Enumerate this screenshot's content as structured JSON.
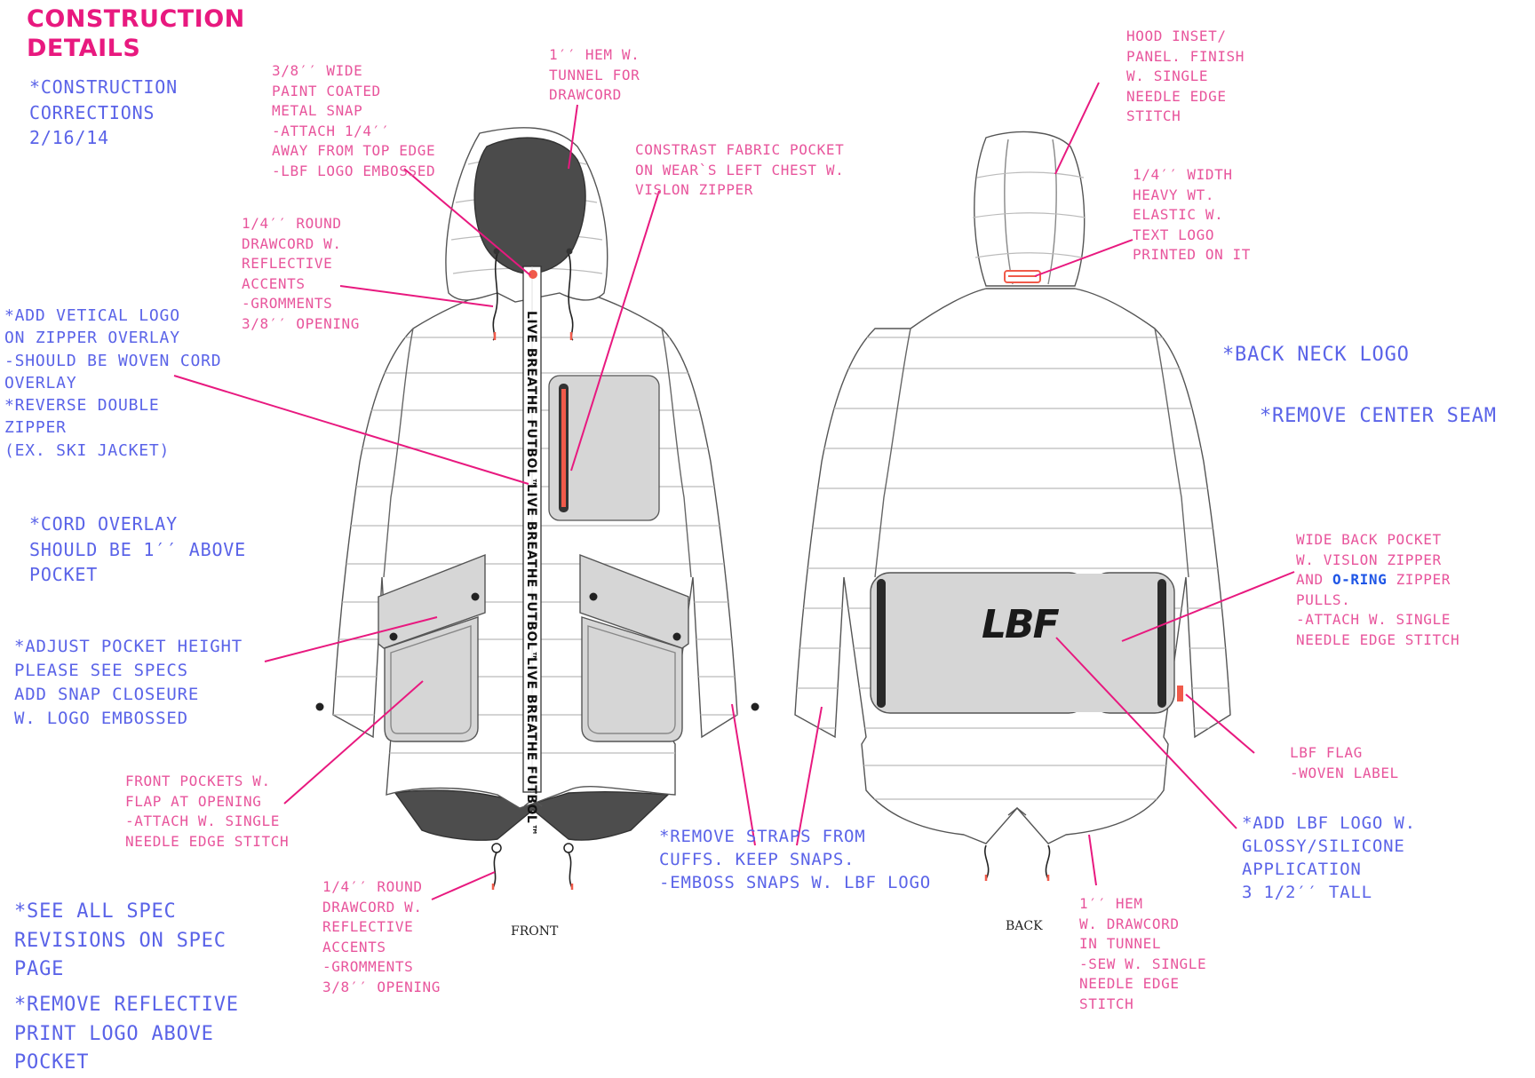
{
  "title": "CONSTRUCTION\nDETAILS",
  "notes": {
    "corrections": "*CONSTRUCTION\nCORRECTIONS\n2/16/14",
    "vertical_logo": "*ADD VETICAL LOGO\nON ZIPPER OVERLAY\n-SHOULD BE WOVEN CORD\nOVERLAY\n*REVERSE DOUBLE\nZIPPER\n(EX. SKI JACKET)",
    "cord_overlay": "*CORD OVERLAY\nSHOULD BE 1′′ ABOVE\nPOCKET",
    "pocket_height": "*ADJUST POCKET HEIGHT\nPLEASE SEE SPECS\nADD SNAP CLOSEURE\nW. LOGO EMBOSSED",
    "see_specs": "*SEE ALL SPEC\nREVISIONS ON SPEC\nPAGE",
    "remove_reflective": "*REMOVE REFLECTIVE\nPRINT LOGO ABOVE\nPOCKET",
    "back_neck_logo": "*BACK NECK LOGO",
    "remove_center_seam": "*REMOVE CENTER SEAM",
    "remove_straps": "*REMOVE STRAPS FROM\nCUFFS. KEEP SNAPS.\n-EMBOSS SNAPS W. LBF LOGO",
    "add_lbf_logo": "*ADD LBF LOGO W.\nGLOSSY/SILICONE\nAPPLICATION\n3 1/2′′ TALL"
  },
  "callouts": {
    "metal_snap": "3/8′′ WIDE\nPAINT COATED\nMETAL SNAP\n-ATTACH 1/4′′\nAWAY FROM TOP EDGE\n-LBF LOGO EMBOSSED",
    "hem_tunnel": "1′′ HEM W.\nTUNNEL FOR\nDRAWCORD",
    "contrast_pocket": "CONSTRAST FABRIC POCKET\nON WEAR`S LEFT CHEST W.\nVISLON ZIPPER",
    "drawcord_top": "1/4′′ ROUND\nDRAWCORD W.\nREFLECTIVE\nACCENTS\n-GROMMENTS\n3/8′′ OPENING",
    "front_pockets": "FRONT POCKETS W.\nFLAP AT OPENING\n-ATTACH W. SINGLE\nNEEDLE EDGE STITCH",
    "drawcord_bottom": "1/4′′ ROUND\nDRAWCORD W.\nREFLECTIVE\nACCENTS\n-GROMMENTS\n3/8′′ OPENING",
    "hood_inset": "HOOD INSET/\nPANEL. FINISH\nW. SINGLE\nNEEDLE EDGE\nSTITCH",
    "elastic": "1/4′′ WIDTH\nHEAVY WT.\nELASTIC W.\nTEXT LOGO\nPRINTED ON IT",
    "back_pocket_a": "WIDE BACK POCKET\nW. VISLON ZIPPER\nAND ",
    "back_pocket_oring": "O-RING",
    "back_pocket_b": " ZIPPER\nPULLS.\n-ATTACH W. SINGLE\nNEEDLE EDGE STITCH",
    "lbf_flag": "LBF FLAG\n-WOVEN LABEL",
    "back_hem": "1′′ HEM\nW. DRAWCORD\nIN TUNNEL\n-SEW W. SINGLE\nNEEDLE EDGE\nSTITCH"
  },
  "captions": {
    "front": "FRONT",
    "back": "BACK"
  },
  "garment_text": {
    "zipper_logo": "LIVE BREATHE FUTBOL™",
    "back_logo": "LBF"
  },
  "colors": {
    "callout_pink": "#e8559c",
    "note_blue": "#5a63e8",
    "title_magenta": "#e8197f",
    "oring_blue": "#1f56e6",
    "zipper_accent": "#f05a4a",
    "pocket_gray": "#d6d6d6",
    "hood_dark": "#4b4b4b"
  }
}
